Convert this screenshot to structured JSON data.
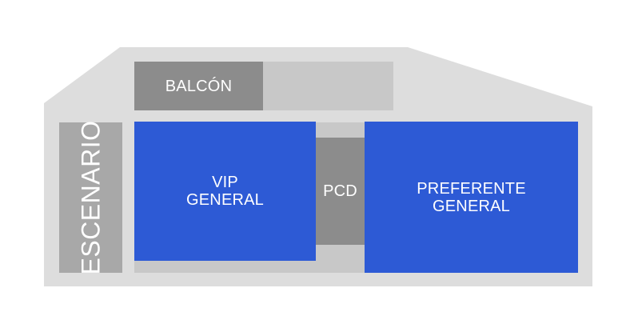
{
  "venue_map": {
    "zones": {
      "balcony": {
        "label": "BALCÓN",
        "color": "#8c8c8c"
      },
      "stage": {
        "label": "ESCENARIO",
        "color": "#a8a8a8"
      },
      "vip_general": {
        "label": "VIP\nGENERAL",
        "color": "#2d5ad5"
      },
      "pcd": {
        "label": "PCD",
        "color": "#8c8c8c"
      },
      "preferente_general": {
        "label": "PREFERENTE\nGENERAL",
        "color": "#2d5ad5"
      }
    },
    "colors": {
      "venue_floor": "#dddddd",
      "unassigned_area": "#c8c8c8",
      "label_text": "#ffffff"
    }
  }
}
